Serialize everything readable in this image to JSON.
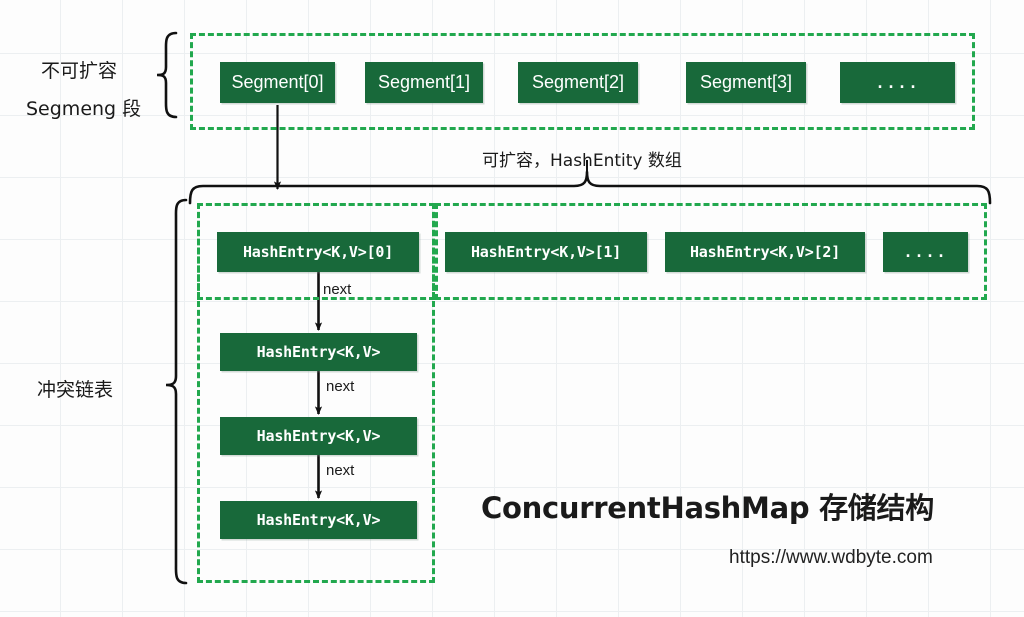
{
  "diagram": {
    "title": "ConcurrentHashMap 存储结构",
    "url": "https://www.wdbyte.com",
    "colors": {
      "node_fill": "#18693a",
      "node_text": "#ffffff",
      "dashed_border": "#22a84e",
      "stroke": "#111111",
      "grid": "#eceff1",
      "background": "#fdfdfd"
    },
    "annotations": {
      "segment_group_line1": "不可扩容",
      "segment_group_line2": "Segmeng 段",
      "array_group": "可扩容，HashEntity 数组",
      "chain_group": "冲突链表"
    },
    "segment_row": {
      "cells": [
        {
          "label": "Segment[0]"
        },
        {
          "label": "Segment[1]"
        },
        {
          "label": "Segment[2]"
        },
        {
          "label": "Segment[3]"
        },
        {
          "label": "...."
        }
      ]
    },
    "entry_array_row": {
      "cells": [
        {
          "label": "HashEntry<K,V>[0]"
        },
        {
          "label": "HashEntry<K,V>[1]"
        },
        {
          "label": "HashEntry<K,V>[2]"
        },
        {
          "label": "...."
        }
      ]
    },
    "collision_chain": {
      "nodes": [
        {
          "label": "HashEntry<K,V>"
        },
        {
          "label": "HashEntry<K,V>"
        },
        {
          "label": "HashEntry<K,V>"
        }
      ],
      "link_labels": [
        "next",
        "next",
        "next"
      ]
    }
  }
}
